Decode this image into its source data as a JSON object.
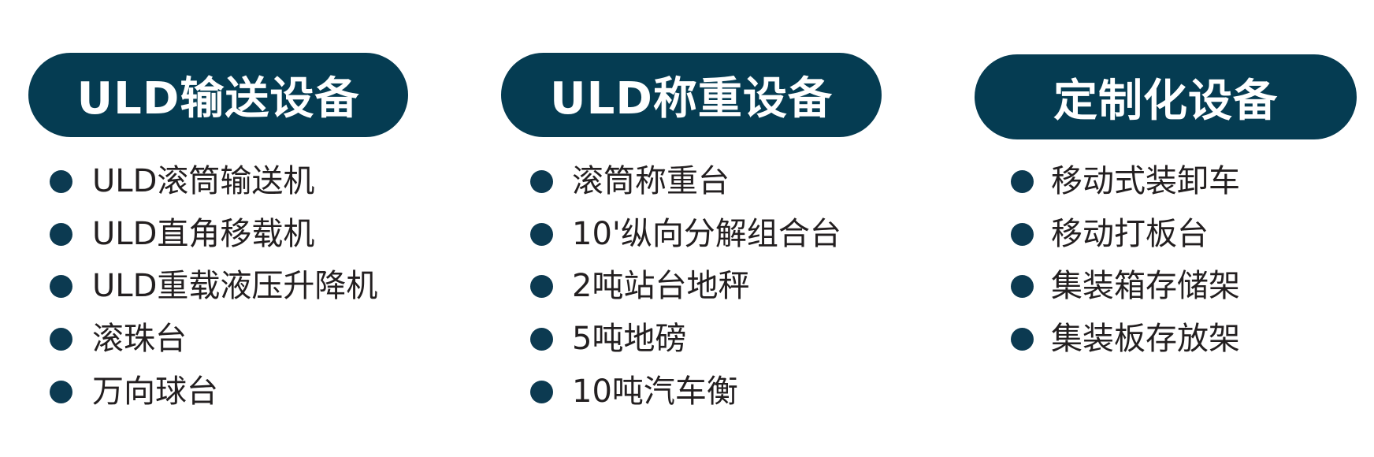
{
  "colors": {
    "pill": "#053c52",
    "bullet": "#0c3a51",
    "text": "#231f20"
  },
  "columns": [
    {
      "title": "ULD输送设备",
      "items": [
        "ULD滚筒输送机",
        "ULD直角移载机",
        "ULD重载液压升降机",
        "滚珠台",
        "万向球台"
      ]
    },
    {
      "title": "ULD称重设备",
      "items": [
        "滚筒称重台",
        "10'纵向分解组合台",
        "2吨站台地秤",
        "5吨地磅",
        "10吨汽车衡"
      ]
    },
    {
      "title": "定制化设备",
      "items": [
        "移动式装卸车",
        "移动打板台",
        "集装箱存储架",
        "集装板存放架"
      ]
    }
  ]
}
